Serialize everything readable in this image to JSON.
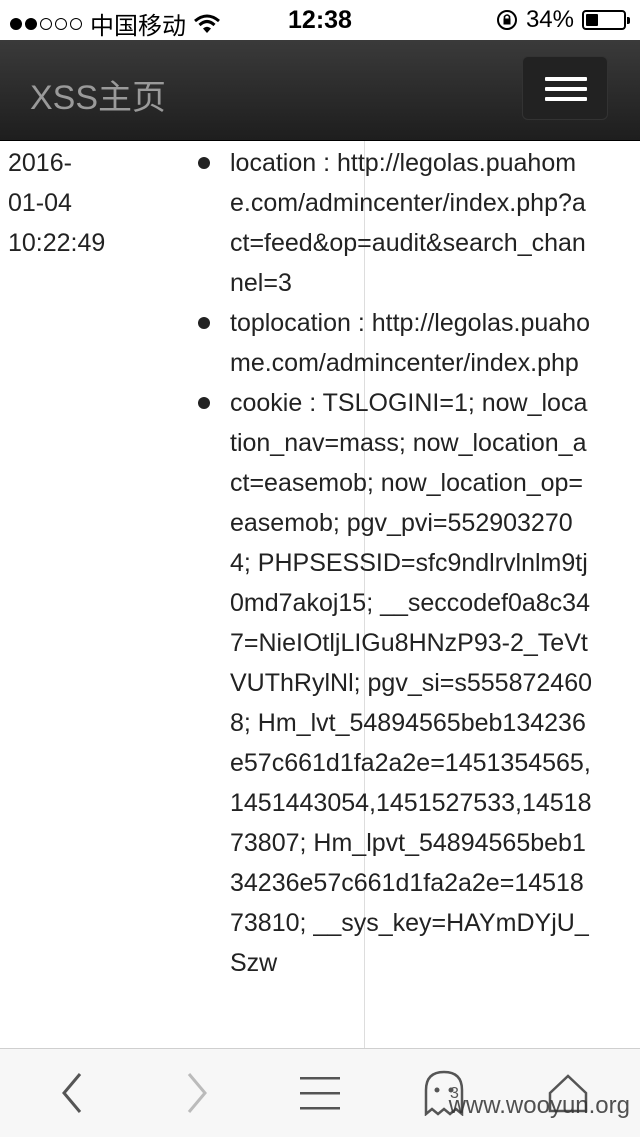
{
  "status_bar": {
    "carrier": "中国移动",
    "time": "12:38",
    "battery_percent": "34%",
    "battery_level": 0.34,
    "signal_dots_filled": 2,
    "signal_dots_total": 5
  },
  "navbar": {
    "brand": "XSS主页"
  },
  "record": {
    "date_line1": "2016-",
    "date_line2": "01-04",
    "time": "10:22:49",
    "fields": [
      {
        "text": "location : http://legolas.puahome.com/admincenter/index.php?act=feed&op=audit&search_channel=3"
      },
      {
        "text": "toplocation : http://legolas.puahome.com/admincenter/index.php"
      },
      {
        "text": "cookie : TSLOGINI=1; now_location_nav=mass; now_location_act=easemob; now_location_op=easemob; pgv_pvi=5529032704; PHPSESSID=sfc9ndlrvlnlm9tj0md7akoj15; __seccodef0a8c347=NieIOtljLIGu8HNzP93-2_TeVtVUThRylNl; pgv_si=s5558724608; Hm_lvt_54894565beb134236e57c661d1fa2a2e=1451354565,1451443054,1451527533,1451873807; Hm_lpvt_54894565beb134236e57c661d1fa2a2e=1451873810; __sys_key=HAYmDYjU_Szw"
      }
    ]
  },
  "toolbar": {
    "tabs_count": "3",
    "icons": [
      "back-icon",
      "forward-icon",
      "menu-icon",
      "tabs-icon",
      "home-icon"
    ]
  },
  "watermark": "www.wooyun.org"
}
